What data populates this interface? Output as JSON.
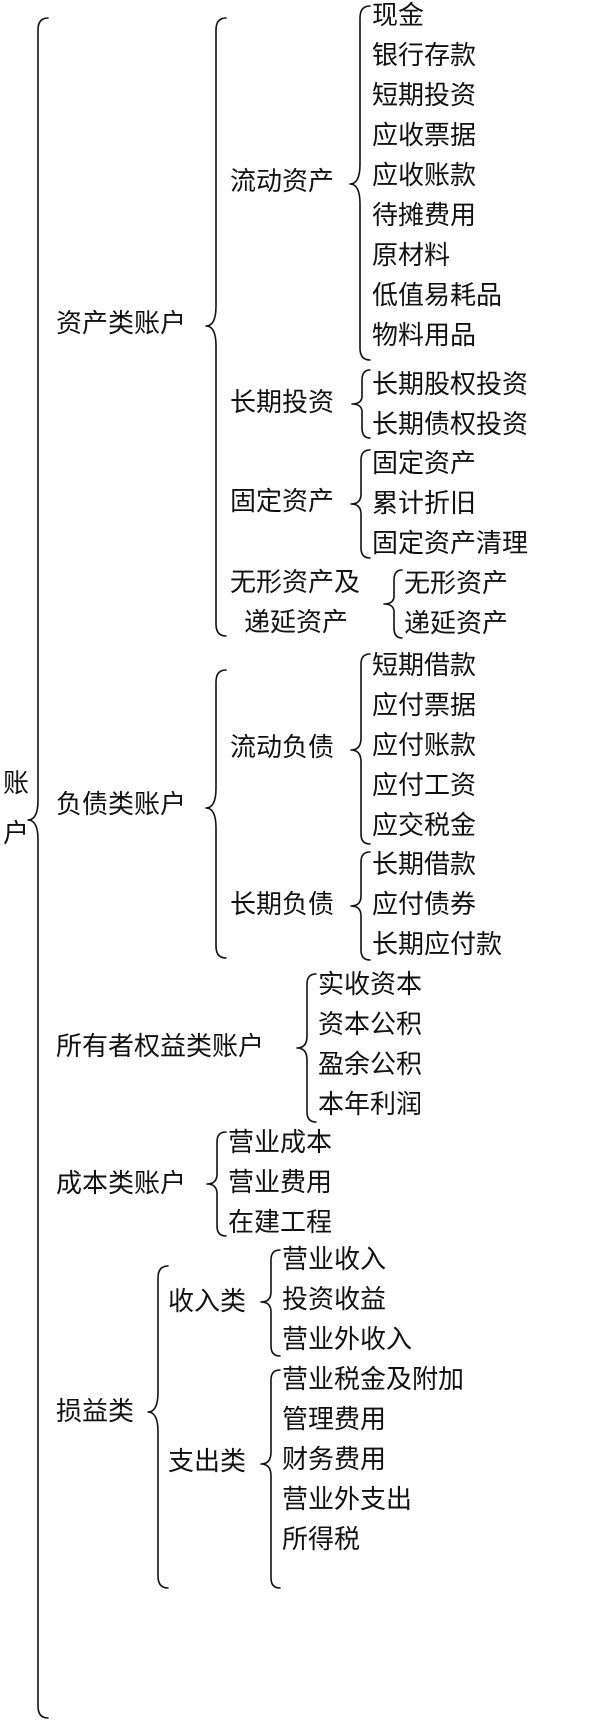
{
  "root": {
    "label": "账户"
  },
  "groups": [
    {
      "key": "assets",
      "label": "资产类账户",
      "children": [
        {
          "key": "current-assets",
          "label": "流动资产",
          "items": [
            "现金",
            "银行存款",
            "短期投资",
            "应收票据",
            "应收账款",
            "待摊费用",
            "原材料",
            "低值易耗品",
            "物料用品"
          ]
        },
        {
          "key": "long-term-investment",
          "label": "长期投资",
          "items": [
            "长期股权投资",
            "长期债权投资"
          ]
        },
        {
          "key": "fixed-assets",
          "label": "固定资产",
          "items": [
            "固定资产",
            "累计折旧",
            "固定资产清理"
          ]
        },
        {
          "key": "intangible-deferred",
          "label_lines": [
            "无形资产及",
            "递延资产"
          ],
          "items": [
            "无形资产",
            "递延资产"
          ]
        }
      ]
    },
    {
      "key": "liabilities",
      "label": "负债类账户",
      "children": [
        {
          "key": "current-liabilities",
          "label": "流动负债",
          "items": [
            "短期借款",
            "应付票据",
            "应付账款",
            "应付工资",
            "应交税金"
          ]
        },
        {
          "key": "long-term-liabilities",
          "label": "长期负债",
          "items": [
            "长期借款",
            "应付债券",
            "长期应付款"
          ]
        }
      ]
    },
    {
      "key": "equity",
      "label": "所有者权益类账户",
      "items": [
        "实收资本",
        "资本公积",
        "盈余公积",
        "本年利润"
      ]
    },
    {
      "key": "cost",
      "label": "成本类账户",
      "items": [
        "营业成本",
        "营业费用",
        "在建工程"
      ]
    },
    {
      "key": "profit-loss",
      "label": "损益类",
      "children": [
        {
          "key": "income",
          "label": "收入类",
          "items": [
            "营业收入",
            "投资收益",
            "营业外收入"
          ]
        },
        {
          "key": "expense",
          "label": "支出类",
          "items": [
            "营业税金及附加",
            "管理费用",
            "财务费用",
            "营业外支出",
            "所得税"
          ]
        }
      ]
    }
  ]
}
